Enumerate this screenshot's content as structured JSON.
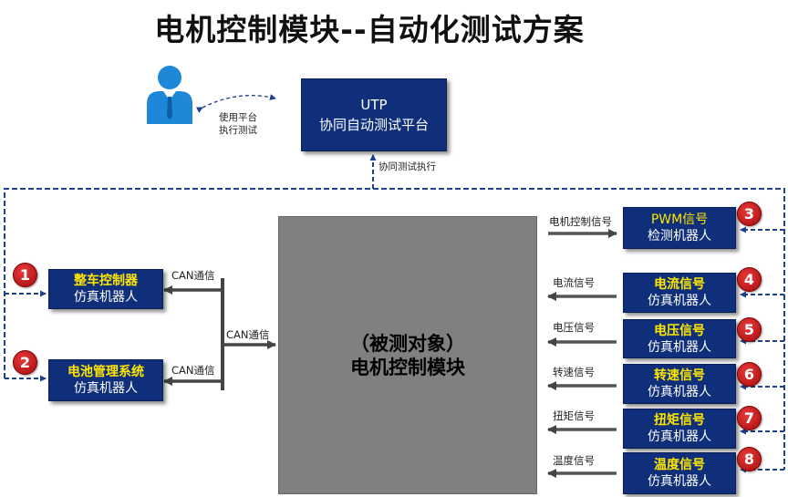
{
  "title": "电机控制模块--自动化测试方案",
  "user_note": {
    "line1": "使用平台",
    "line2": "执行测试"
  },
  "utp": {
    "line1": "UTP",
    "line2": "协同自动测试平台"
  },
  "exec_label": "协同测试执行",
  "dut": {
    "line1": "（被测对象）",
    "line2": "电机控制模块"
  },
  "left_robots": [
    {
      "number": "1",
      "line1": "整车控制器",
      "line2": "仿真机器人",
      "can_label": "CAN通信"
    },
    {
      "number": "2",
      "line1": "电池管理系统",
      "line2": "仿真机器人",
      "can_label": "CAN通信"
    }
  ],
  "bus_label": "CAN通信",
  "right_robots": [
    {
      "number": "3",
      "line1": "PWM信号",
      "line2": "检测机器人",
      "signal": "电机控制信号"
    },
    {
      "number": "4",
      "line1": "电流信号",
      "line2": "仿真机器人",
      "signal": "电流信号"
    },
    {
      "number": "5",
      "line1": "电压信号",
      "line2": "仿真机器人",
      "signal": "电压信号"
    },
    {
      "number": "6",
      "line1": "转速信号",
      "line2": "仿真机器人",
      "signal": "转速信号"
    },
    {
      "number": "7",
      "line1": "扭矩信号",
      "line2": "仿真机器人",
      "signal": "扭矩信号"
    },
    {
      "number": "8",
      "line1": "温度信号",
      "line2": "仿真机器人",
      "signal": "温度信号"
    }
  ],
  "colors": {
    "box": "#0f2f7a",
    "highlight": "#ffe600",
    "dut": "#808080",
    "badge": "#c01515",
    "dash": "#1f3f8f",
    "user": "#1e88d8"
  }
}
